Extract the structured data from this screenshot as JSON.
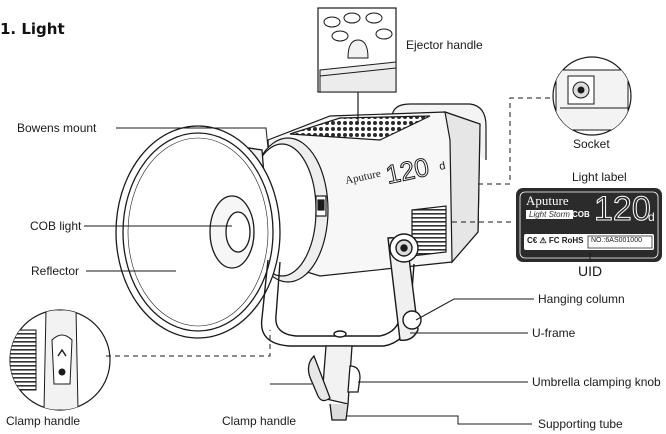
{
  "title": "1. Light",
  "labels": {
    "ejector_handle": "Ejector handle",
    "bowens_mount": "Bowens mount",
    "socket": "Socket",
    "light_label": "Light label",
    "cob_light": "COB light",
    "reflector": "Reflector",
    "uid": "UID",
    "hanging_column": "Hanging column",
    "u_frame": "U-frame",
    "umbrella_clamping_knob": "Umbrella clamping knob",
    "clamp_handle_left": "Clamp handle",
    "clamp_handle_center": "Clamp handle",
    "supporting_tube": "Supporting tube"
  },
  "device_label": {
    "brand": "Aputure",
    "series": "Light Storm",
    "type": "COB",
    "model": "120",
    "suffix": "d",
    "certs": "C€ ⚠ FC RoHS",
    "serial": "NO.:6AS001000"
  },
  "colors": {
    "line": "#1a1a1a",
    "label_bg": "#2b2b2b",
    "label_fg": "#ffffff"
  }
}
